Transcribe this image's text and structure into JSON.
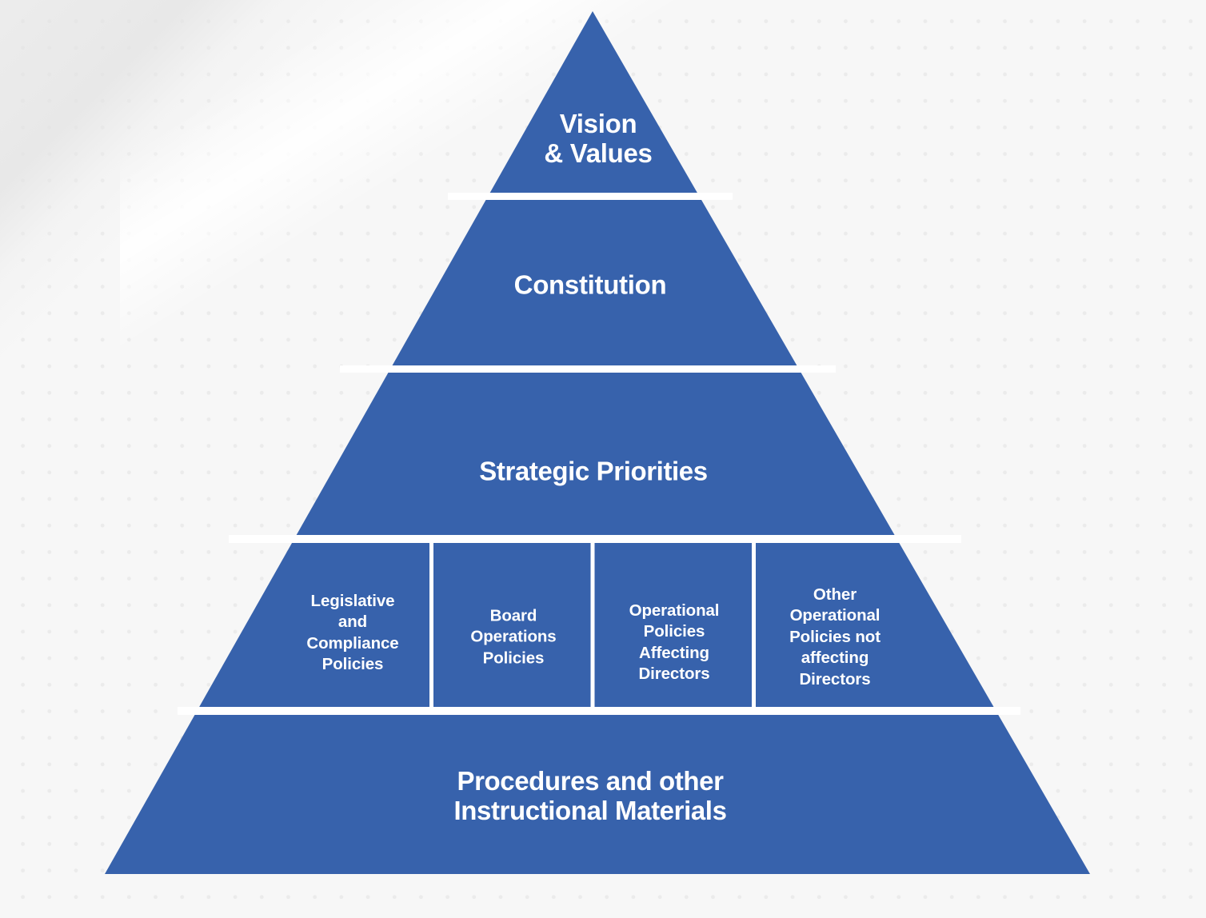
{
  "diagram": {
    "type": "pyramid",
    "title": "Governance Document Hierarchy Pyramid",
    "orientation": "apex-top",
    "colors": {
      "fill": "#3762ac",
      "divider": "#ffffff",
      "text": "#ffffff",
      "background": "#f7f7f7",
      "dots": "#ebebeb"
    },
    "tiers": [
      {
        "index": 1,
        "name": "vision-and-values",
        "label": "Vision\n& Values",
        "text_lines": [
          "Vision",
          "& Values"
        ]
      },
      {
        "index": 2,
        "name": "constitution",
        "label": "Constitution",
        "text_lines": [
          "Constitution"
        ]
      },
      {
        "index": 3,
        "name": "strategic-priorities",
        "label": "Strategic Priorities",
        "text_lines": [
          "Strategic Priorities"
        ]
      },
      {
        "index": 4,
        "name": "policies-row",
        "label": "",
        "columns": [
          {
            "name": "legislative-and-compliance-policies",
            "label": "Legislative\nand\nCompliance\nPolicies",
            "text_lines": [
              "Legislative",
              "and",
              "Compliance",
              "Policies"
            ]
          },
          {
            "name": "board-operations-policies",
            "label": "Board\nOperations\nPolicies",
            "text_lines": [
              "Board",
              "Operations",
              "Policies"
            ]
          },
          {
            "name": "operational-policies-affecting-directors",
            "label": "Operational\nPolicies\nAffecting\nDirectors",
            "text_lines": [
              "Operational",
              "Policies",
              "Affecting",
              "Directors"
            ]
          },
          {
            "name": "other-operational-policies-not-affecting-directors",
            "label": "Other\nOperational\nPolicies not\naffecting\nDirectors",
            "text_lines": [
              "Other",
              "Operational",
              "Policies not",
              "affecting",
              "Directors"
            ]
          }
        ]
      },
      {
        "index": 5,
        "name": "procedures-and-other-instructional-materials",
        "label": "Procedures and other\nInstructional Materials",
        "text_lines": [
          "Procedures and other",
          "Instructional Materials"
        ]
      }
    ]
  }
}
